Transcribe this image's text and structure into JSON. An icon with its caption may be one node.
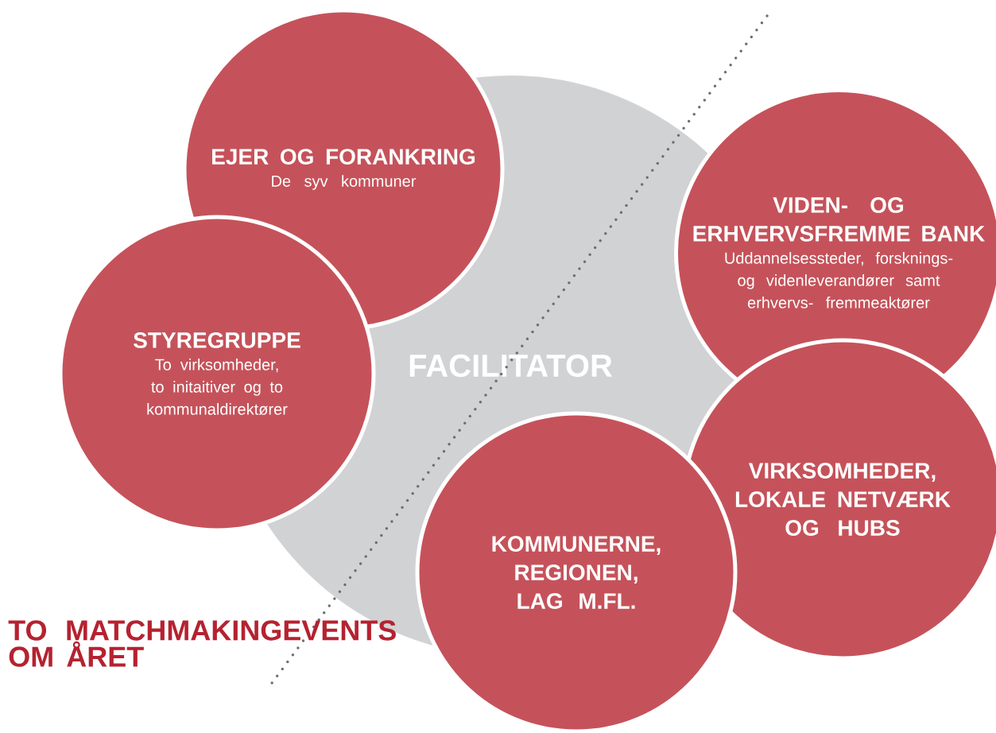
{
  "diagram": {
    "nodes": [
      {
        "text": [
          "EJER OG FORANKRING",
          "De syv kommuner"
        ]
      },
      {
        "text": [
          "VIDEN- OG ERHVERVSFREMME BANK",
          "Uddannelsessteder, forsknings- og videnleverandører samt erhvervs- fremmeaktører"
        ]
      },
      {
        "text": [
          "FACILITATOR"
        ]
      },
      {
        "text": [
          "STYREGRUPPE",
          "To virksomheder, to initaitiver og to kommunaldirektører"
        ]
      },
      {
        "text": [
          "VIRKSOMHEDER, LOKALE NETVÆRK OG HUBS"
        ]
      },
      {
        "text": [
          "KOMMUNERNE, REGIONEN, LAG M.FL."
        ]
      }
    ],
    "labels": [
      "TO MATCHMAKINGEVENTS OM ÅRET"
    ]
  }
}
